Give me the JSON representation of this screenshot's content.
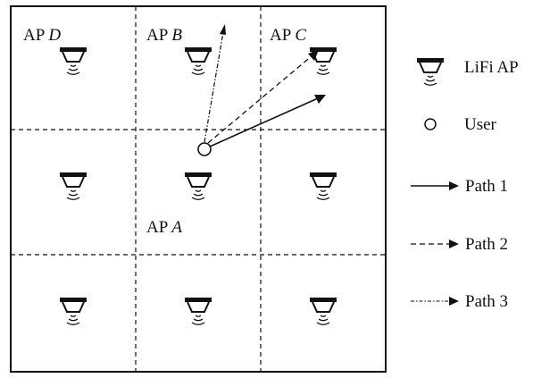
{
  "colors": {
    "stroke": "#111111",
    "background": "#ffffff"
  },
  "grid": {
    "rows": 3,
    "cols": 3,
    "border_style": "solid",
    "divider_style": "dashed"
  },
  "access_points": [
    {
      "row": 0,
      "col": 0,
      "label_prefix": "AP",
      "label_id": "D"
    },
    {
      "row": 0,
      "col": 1,
      "label_prefix": "AP",
      "label_id": "B"
    },
    {
      "row": 0,
      "col": 2,
      "label_prefix": "AP",
      "label_id": "C"
    },
    {
      "row": 1,
      "col": 0,
      "label_prefix": "",
      "label_id": ""
    },
    {
      "row": 1,
      "col": 1,
      "label_prefix": "AP",
      "label_id": "A"
    },
    {
      "row": 1,
      "col": 2,
      "label_prefix": "",
      "label_id": ""
    },
    {
      "row": 2,
      "col": 0,
      "label_prefix": "",
      "label_id": ""
    },
    {
      "row": 2,
      "col": 1,
      "label_prefix": "",
      "label_id": ""
    },
    {
      "row": 2,
      "col": 2,
      "label_prefix": "",
      "label_id": ""
    }
  ],
  "user": {
    "marker": "open-circle"
  },
  "paths": [
    {
      "name": "Path 1",
      "style": "solid",
      "target": "toward AP C cell"
    },
    {
      "name": "Path 2",
      "style": "dashed",
      "target": "AP C"
    },
    {
      "name": "Path 3",
      "style": "dash-dot",
      "target": "AP B"
    }
  ],
  "legend": {
    "placement": "right",
    "items": [
      {
        "icon": "lifi-ap-icon",
        "label": "LiFi AP"
      },
      {
        "icon": "user-circle-icon",
        "label": "User"
      },
      {
        "icon": "solid-arrow-icon",
        "label": "Path 1"
      },
      {
        "icon": "dashed-arrow-icon",
        "label": "Path 2"
      },
      {
        "icon": "dashdot-arrow-icon",
        "label": "Path 3"
      }
    ]
  }
}
